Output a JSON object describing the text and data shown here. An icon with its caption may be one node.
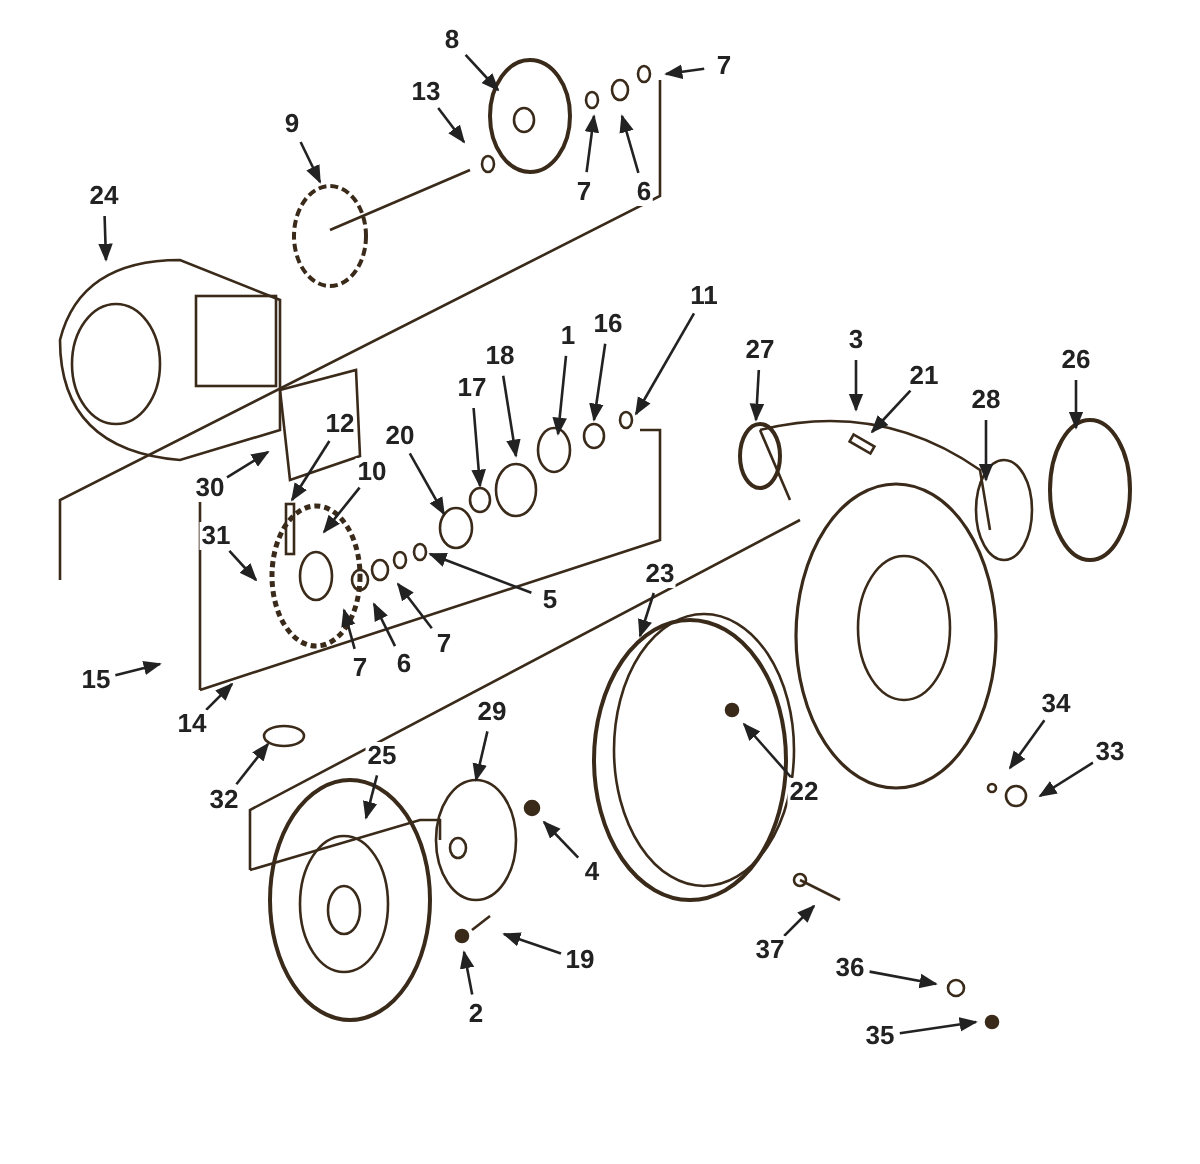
{
  "diagram": {
    "nodes": [
      {
        "text": [
          "8"
        ]
      },
      {
        "text": [
          "13"
        ]
      },
      {
        "text": [
          "9"
        ]
      },
      {
        "text": [
          "7"
        ]
      },
      {
        "text": [
          "7"
        ]
      },
      {
        "text": [
          "6"
        ]
      },
      {
        "text": [
          "24"
        ]
      },
      {
        "text": [
          "11"
        ]
      },
      {
        "text": [
          "16"
        ]
      },
      {
        "text": [
          "1"
        ]
      },
      {
        "text": [
          "18"
        ]
      },
      {
        "text": [
          "17"
        ]
      },
      {
        "text": [
          "20"
        ]
      },
      {
        "text": [
          "30"
        ]
      },
      {
        "text": [
          "12"
        ]
      },
      {
        "text": [
          "10"
        ]
      },
      {
        "text": [
          "31"
        ]
      },
      {
        "text": [
          "5"
        ]
      },
      {
        "text": [
          "7"
        ]
      },
      {
        "text": [
          "6"
        ]
      },
      {
        "text": [
          "7"
        ]
      },
      {
        "text": [
          "15"
        ]
      },
      {
        "text": [
          "14"
        ]
      },
      {
        "text": [
          "32"
        ]
      },
      {
        "text": [
          "27"
        ]
      },
      {
        "text": [
          "3"
        ]
      },
      {
        "text": [
          "21"
        ]
      },
      {
        "text": [
          "28"
        ]
      },
      {
        "text": [
          "26"
        ]
      },
      {
        "text": [
          "23"
        ]
      },
      {
        "text": [
          "22"
        ]
      },
      {
        "text": [
          "29"
        ]
      },
      {
        "text": [
          "25"
        ]
      },
      {
        "text": [
          "4"
        ]
      },
      {
        "text": [
          "19"
        ]
      },
      {
        "text": [
          "2"
        ]
      },
      {
        "text": [
          "34"
        ]
      },
      {
        "text": [
          "33"
        ]
      },
      {
        "text": [
          "37"
        ]
      },
      {
        "text": [
          "36"
        ]
      },
      {
        "text": [
          "35"
        ]
      }
    ],
    "edges": [
      {
        "from": 0,
        "to": null,
        "arrow": "to"
      },
      {
        "from": 1,
        "to": null,
        "arrow": "to"
      },
      {
        "from": 2,
        "to": null,
        "arrow": "to"
      },
      {
        "from": 3,
        "to": null,
        "arrow": "to"
      },
      {
        "from": 4,
        "to": null,
        "arrow": "to"
      },
      {
        "from": 5,
        "to": null,
        "arrow": "to"
      },
      {
        "from": 6,
        "to": null,
        "arrow": "to"
      },
      {
        "from": 7,
        "to": null,
        "arrow": "to"
      },
      {
        "from": 8,
        "to": null,
        "arrow": "to"
      },
      {
        "from": 9,
        "to": null,
        "arrow": "to"
      },
      {
        "from": 10,
        "to": null,
        "arrow": "to"
      },
      {
        "from": 11,
        "to": null,
        "arrow": "to"
      },
      {
        "from": 12,
        "to": null,
        "arrow": "to"
      },
      {
        "from": 13,
        "to": null,
        "arrow": "to"
      },
      {
        "from": 14,
        "to": null,
        "arrow": "to"
      },
      {
        "from": 15,
        "to": null,
        "arrow": "to"
      },
      {
        "from": 16,
        "to": null,
        "arrow": "to"
      },
      {
        "from": 17,
        "to": null,
        "arrow": "to"
      },
      {
        "from": 18,
        "to": null,
        "arrow": "to"
      },
      {
        "from": 19,
        "to": null,
        "arrow": "to"
      },
      {
        "from": 20,
        "to": null,
        "arrow": "to"
      },
      {
        "from": 21,
        "to": null,
        "arrow": "to"
      },
      {
        "from": 22,
        "to": null,
        "arrow": "to"
      },
      {
        "from": 23,
        "to": null,
        "arrow": "to"
      },
      {
        "from": 24,
        "to": null,
        "arrow": "to"
      },
      {
        "from": 25,
        "to": null,
        "arrow": "to"
      },
      {
        "from": 26,
        "to": null,
        "arrow": "to"
      },
      {
        "from": 27,
        "to": null,
        "arrow": "to"
      },
      {
        "from": 28,
        "to": null,
        "arrow": "to"
      },
      {
        "from": 29,
        "to": null,
        "arrow": "to"
      },
      {
        "from": 30,
        "to": null,
        "arrow": "to"
      },
      {
        "from": 31,
        "to": null,
        "arrow": "to"
      },
      {
        "from": 32,
        "to": null,
        "arrow": "to"
      },
      {
        "from": 33,
        "to": null,
        "arrow": "to"
      },
      {
        "from": 34,
        "to": null,
        "arrow": "to"
      },
      {
        "from": 35,
        "to": null,
        "arrow": "to"
      },
      {
        "from": 36,
        "to": null,
        "arrow": "to"
      },
      {
        "from": 37,
        "to": null,
        "arrow": "to"
      },
      {
        "from": 38,
        "to": null,
        "arrow": "to"
      },
      {
        "from": 39,
        "to": null,
        "arrow": "to"
      },
      {
        "from": 40,
        "to": null,
        "arrow": "to"
      }
    ]
  }
}
